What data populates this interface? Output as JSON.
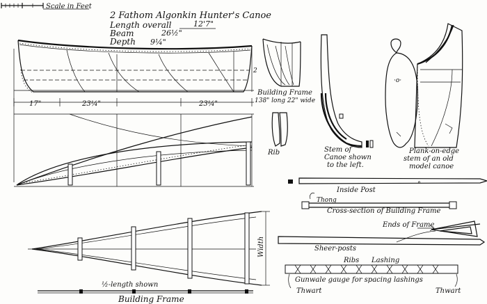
{
  "scale": {
    "label": "Scale in Feet"
  },
  "title": {
    "name": "2 Fathom Algonkin Hunter's Canoe",
    "length_label": "Length overall",
    "length_value": "12'7\"",
    "beam_label": "Beam",
    "beam_value": "26½\"",
    "depth_label": "Depth",
    "depth_value": "9¼\""
  },
  "profile": {
    "dim_left": "17\"",
    "dim_mid": "23¼\"",
    "dim_right": "23¼\"",
    "station_mark": "2"
  },
  "building_frame_small": {
    "title": "Building Frame",
    "size": "138\" long 22\" wide"
  },
  "rib": {
    "label": "Rib"
  },
  "stem": {
    "label_line1": "Stem of",
    "label_line2": "Canoe shown",
    "label_line3": "to the left."
  },
  "plank_stem": {
    "label_line1": "Plank-on-edge",
    "label_line2": "stem of an old",
    "label_line3": "model canoe"
  },
  "inside_post": {
    "label": "Inside Post"
  },
  "cross_section": {
    "thong_label": "Thong",
    "label": "Cross-section of Building Frame"
  },
  "frame_ends": {
    "label": "Ends of Frame"
  },
  "sheer_posts": {
    "label": "Sheer-posts"
  },
  "gauge": {
    "ribs_label": "Ribs",
    "lashing_label": "Lashing",
    "label": "Gunwale gauge for spacing lashings",
    "thwart_left": "Thwart",
    "thwart_right": "Thwart"
  },
  "plan": {
    "half_length_label": "½-length shown",
    "width_label": "Width",
    "title": "Building Frame"
  }
}
